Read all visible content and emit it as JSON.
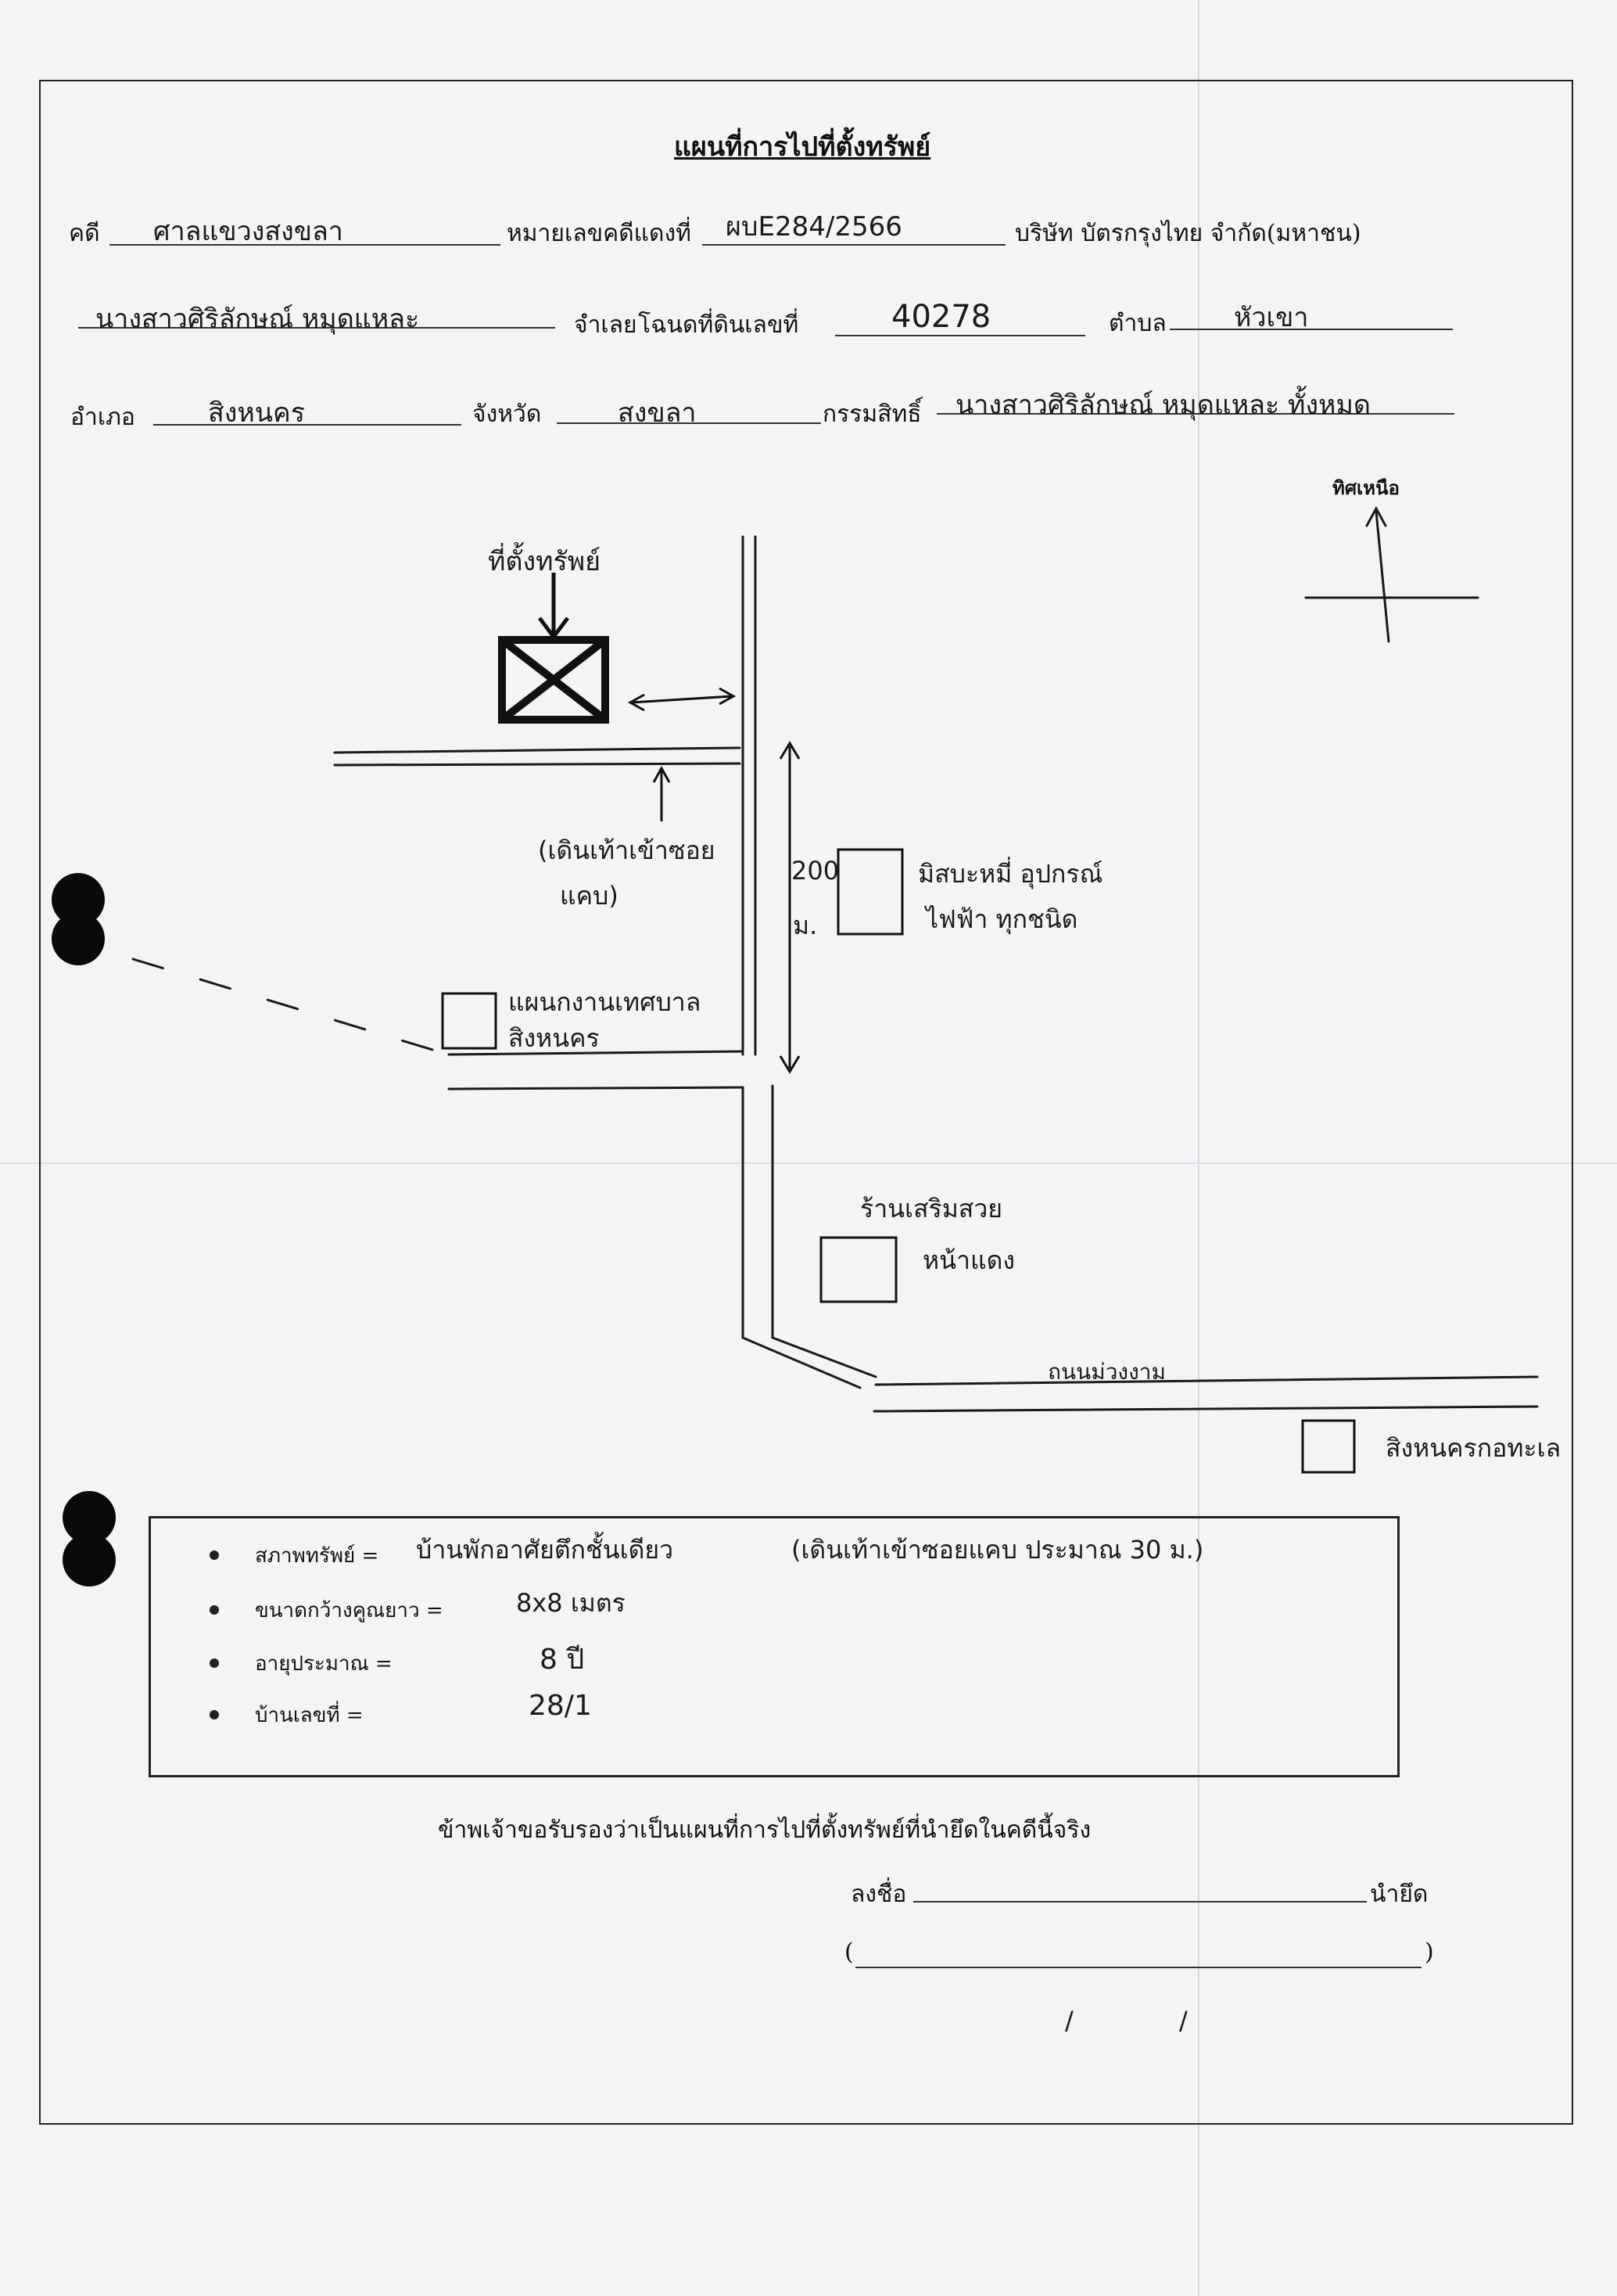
{
  "title": "แผนที่การไปที่ตั้งทรัพย์",
  "case": {
    "case_label": "คดี",
    "court": "ศาลแขวงสงขลา",
    "red_case_label": "หมายเลขคดีแดงที่",
    "red_case_no": "ผบE284/2566",
    "plaintiff": "บริษัท บัตรกรุงไทย จำกัด(มหาชน)",
    "defendant": "นางสาวศิริลักษณ์ หมุดแหละ",
    "defendant_label": "จำเลย",
    "deed_label": "โฉนดที่ดินเลขที่",
    "deed_no": "40278",
    "subdistrict_label": "ตำบล",
    "subdistrict": "หัวเขา",
    "district_label": "อำเภอ",
    "district": "สิงหนคร",
    "province_label": "จังหวัด",
    "province": "สงขลา",
    "owner_label": "กรรมสิทธิ์",
    "owner": "นางสาวศิริลักษณ์ หมุดแหละ ทั้งหมด"
  },
  "map": {
    "north_label": "ทิศเหนือ",
    "property_label": "ที่ตั้งทรัพย์",
    "walk_note_line1": "(เดินเท้าเข้าซอย",
    "walk_note_line2": "แคบ)",
    "distance_line1": "200",
    "distance_line2": "ม.",
    "shop_line1": "มิสบะหมี่ อุปกรณ์",
    "shop_line2": "ไฟฟ้า ทุกชนิด",
    "school_line1": "แผนกงานเทศบาล",
    "school_line2": "สิงหนคร",
    "store_line1": "ร้านเสริมสวย",
    "store_line2": "หน้าแดง",
    "road_name": "ถนนม่วงงาม",
    "landmark": "สิงหนครกอทะเล"
  },
  "info": {
    "items": [
      {
        "label": "สภาพทรัพย์ =",
        "value": "บ้านพักอาศัยตึกชั้นเดียว",
        "note": "(เดินเท้าเข้าซอยแคบ ประมาณ 30 ม.)"
      },
      {
        "label": "ขนาดกว้างคูณยาว =",
        "value": "8x8 เมตร",
        "note": ""
      },
      {
        "label": "อายุประมาณ =",
        "value": "8 ปี",
        "note": ""
      },
      {
        "label": "บ้านเลขที่ =",
        "value": "28/1",
        "note": ""
      }
    ]
  },
  "certify": {
    "statement": "ข้าพเจ้าขอรับรองว่าเป็นแผนที่การไปที่ตั้งทรัพย์ที่นำยึดในคดีนี้จริง",
    "sign_label": "ลงชื่อ",
    "role": "นำยึด",
    "name_open": "(",
    "name_close": ")",
    "date_slash1": "/",
    "date_slash2": "/"
  }
}
